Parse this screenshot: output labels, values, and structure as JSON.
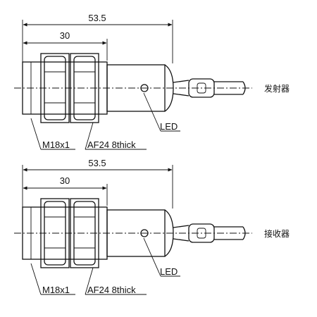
{
  "sensors": [
    {
      "id": "emitter",
      "dim_total": "53.5",
      "dim_thread": "30",
      "label_thread": "M18x1",
      "label_nut": "AF24 8thick",
      "label_led": "LED",
      "label_role": "发射器"
    },
    {
      "id": "receiver",
      "dim_total": "53.5",
      "dim_thread": "30",
      "label_thread": "M18x1",
      "label_nut": "AF24 8thick",
      "label_led": "LED",
      "label_role": "接收器"
    }
  ]
}
